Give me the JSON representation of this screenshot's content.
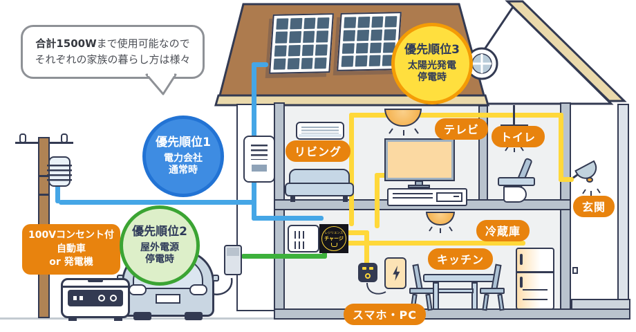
{
  "speech_bubble": {
    "line1_bold": "合計1500W",
    "line1_rest": "まで使用可能なので",
    "line2": "それぞれの家族の暮らし方は様々"
  },
  "priorities": {
    "p1": {
      "title": "優先順位1",
      "line1": "電力会社",
      "line2": "通常時"
    },
    "p2": {
      "title": "優先順位2",
      "line1": "屋外電源",
      "line2": "停電時"
    },
    "p3": {
      "title": "優先順位3",
      "line1": "太陽光発電",
      "line2": "停電時"
    }
  },
  "labels": {
    "living": "リビング",
    "tv": "テレビ",
    "toilet": "トイレ",
    "entrance": "玄関",
    "fridge": "冷蔵庫",
    "kitchen": "キッチン",
    "phone_pc": "スマホ・PC",
    "ev_source": {
      "line1": "100Vコンセント付",
      "line2": "自動車",
      "line3": "or 発電機"
    }
  },
  "hub": {
    "line1": "レジリエンス",
    "line2": "チャージ"
  },
  "colors": {
    "label_orange": "#e8830e",
    "cable_yellow": "#ffd83a",
    "cable_blue": "#45a6e6",
    "cable_green": "#3db13c",
    "roof_brown": "#ad7b4e",
    "badge1_fill": "#3e8ce2",
    "badge2_fill": "#ddefc9",
    "badge3_fill": "#ffdf3e"
  }
}
